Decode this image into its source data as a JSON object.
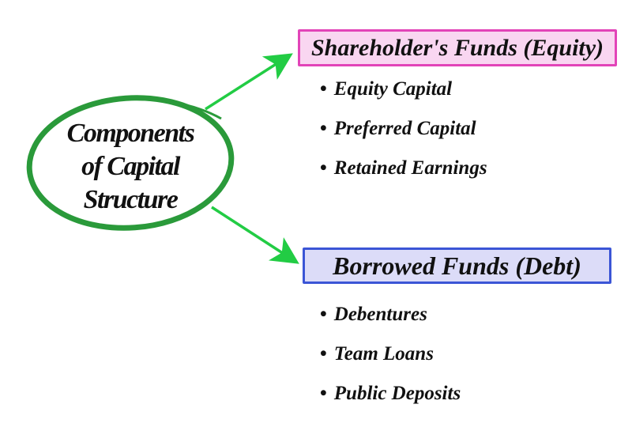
{
  "center": {
    "lines": [
      "Components",
      "of Capital",
      "Structure"
    ]
  },
  "equity": {
    "title": "Shareholder's Funds (Equity)",
    "items": [
      "Equity Capital",
      "Preferred Capital",
      "Retained Earnings"
    ]
  },
  "debt": {
    "title": "Borrowed Funds (Debt)",
    "items": [
      "Debentures",
      "Team Loans",
      "Public Deposits"
    ]
  },
  "colors": {
    "ellipse": "#2a9a3a",
    "arrow": "#22cc44",
    "equity_fill": "#f9d6f1",
    "equity_border": "#e244b8",
    "debt_fill": "#dcdcf8",
    "debt_border": "#3b55d6"
  }
}
